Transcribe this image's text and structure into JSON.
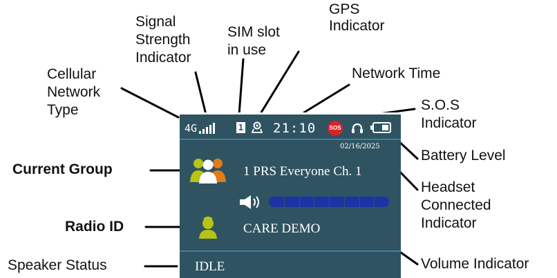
{
  "callouts": {
    "cellular_network_type": [
      "Cellular",
      "Network",
      "Type"
    ],
    "signal_strength": [
      "Signal",
      "Strength",
      "Indicator"
    ],
    "sim_slot": [
      "SIM slot",
      "in use"
    ],
    "gps": [
      "GPS",
      "Indicator"
    ],
    "network_time": "Network Time",
    "sos": [
      "S.O.S",
      "Indicator"
    ],
    "battery": "Battery Level",
    "headset": [
      "Headset",
      "Connected",
      "Indicator"
    ],
    "volume": "Volume Indicator",
    "current_group": "Current Group",
    "radio_id": "Radio ID",
    "speaker_status": "Speaker Status"
  },
  "screen": {
    "network": "4G",
    "sim_slot": "1",
    "time": "21:10",
    "sos_badge": "SOS",
    "date": "02/16/2025",
    "group_name": "1 PRS Everyone Ch. 1",
    "radio_id": "CARE DEMO",
    "speaker_status": "IDLE",
    "volume_level": 1.0,
    "volume_segments": 8
  },
  "colors": {
    "screen_bg": "#2f5361",
    "group_icon_left": "#b7c414",
    "group_icon_right": "#e07b1a",
    "radio_icon": "#b7c414",
    "volume_bar": "#1c33a6",
    "sos_red": "#d8232a"
  }
}
